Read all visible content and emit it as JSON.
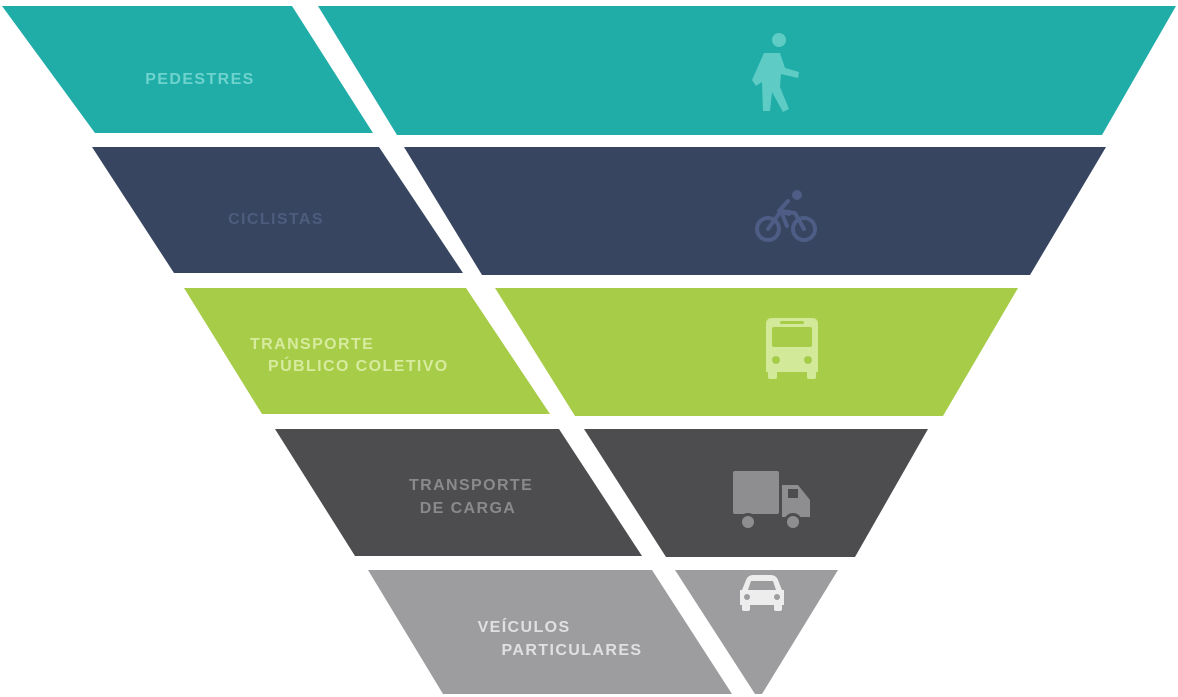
{
  "tiers": [
    {
      "lines": [
        "PEDESTRES"
      ],
      "icon": "pedestrian-icon",
      "bg_color": "#20ADA8",
      "label_color": "#6FD3CD",
      "icon_color": "#5ECBC5"
    },
    {
      "lines": [
        "CICLISTAS"
      ],
      "icon": "bicycle-icon",
      "bg_color": "#374560",
      "label_color": "#4E5C7D",
      "icon_color": "#4E5D85"
    },
    {
      "lines": [
        "TRANSPORTE",
        "PÚBLICO COLETIVO"
      ],
      "icon": "bus-icon",
      "bg_color": "#A6CC48",
      "label_color": "#D7EB9E",
      "icon_color": "#D3E99A"
    },
    {
      "lines": [
        "TRANSPORTE",
        "DE CARGA"
      ],
      "icon": "truck-icon",
      "bg_color": "#4D4D4F",
      "label_color": "#8A8A8C",
      "icon_color": "#8E8E90"
    },
    {
      "lines": [
        "VEÍCULOS",
        "PARTICULARES"
      ],
      "icon": "car-icon",
      "bg_color": "#9D9D9F",
      "label_color": "#E0E0E1",
      "icon_color": "#EDEDEE"
    }
  ]
}
